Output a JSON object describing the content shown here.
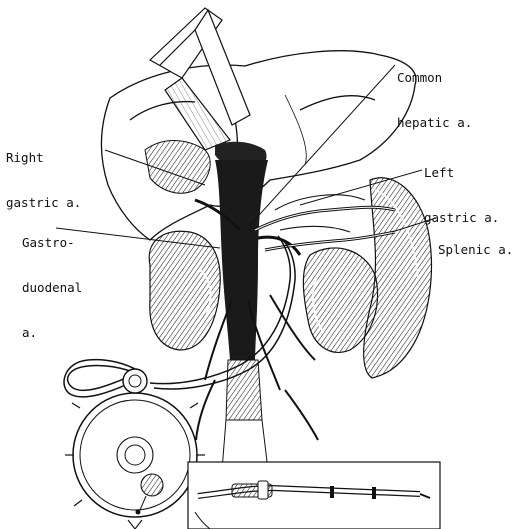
{
  "labels": {
    "common_hepatic": [
      "Common",
      "hepatic a."
    ],
    "right_gastric": [
      "Right",
      "gastric a."
    ],
    "left_gastric": [
      "Left",
      "gastric a."
    ],
    "gastroduodenal": [
      "Gastro-",
      "duodenal",
      "a."
    ],
    "splenic": [
      "Splenic a."
    ]
  },
  "colors": {
    "ink": "#111111",
    "background": "#ffffff"
  }
}
